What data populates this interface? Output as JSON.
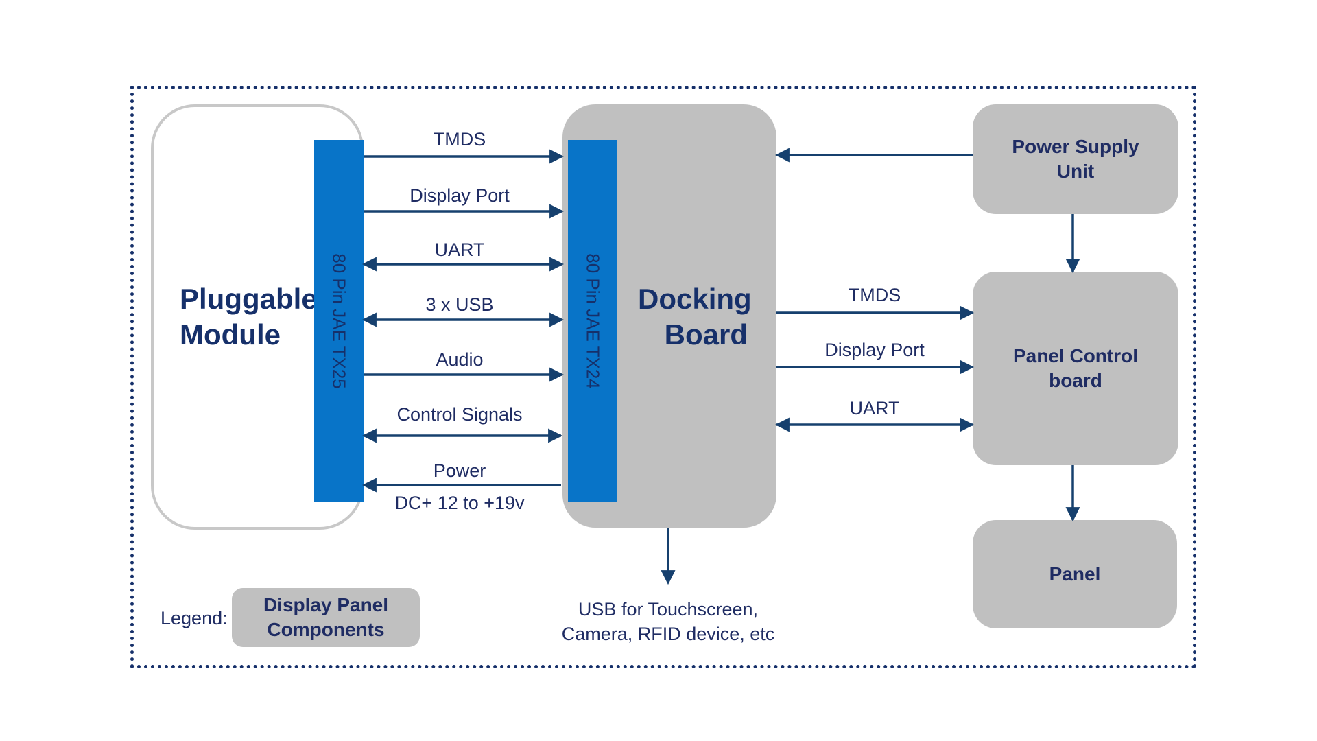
{
  "pluggable_module": {
    "line1": "Pluggable",
    "line2": "Module"
  },
  "docking_board": {
    "line1": "Docking",
    "line2": "Board"
  },
  "connector_left": "80 Pin JAE TX25",
  "connector_right": "80 Pin JAE TX24",
  "links_left": {
    "tmds": "TMDS",
    "display_port": "Display Port",
    "uart": "UART",
    "usb": "3 x USB",
    "audio": "Audio",
    "control": "Control Signals",
    "power": "Power",
    "power_spec": "DC+ 12 to +19v"
  },
  "links_right": {
    "tmds": "TMDS",
    "display_port": "Display Port",
    "uart": "UART"
  },
  "power_supply": {
    "line1": "Power Supply",
    "line2": "Unit"
  },
  "panel_control": {
    "line1": "Panel Control",
    "line2": "board"
  },
  "panel": "Panel",
  "usb_note": {
    "line1": "USB for Touchscreen,",
    "line2": "Camera, RFID device, etc"
  },
  "legend": {
    "label": "Legend:",
    "box_line1": "Display Panel",
    "box_line2": "Components"
  },
  "colors": {
    "arrow": "#16406e",
    "connector": "#0874c8",
    "component": "#c0c0c0",
    "text": "#1f2c63"
  }
}
